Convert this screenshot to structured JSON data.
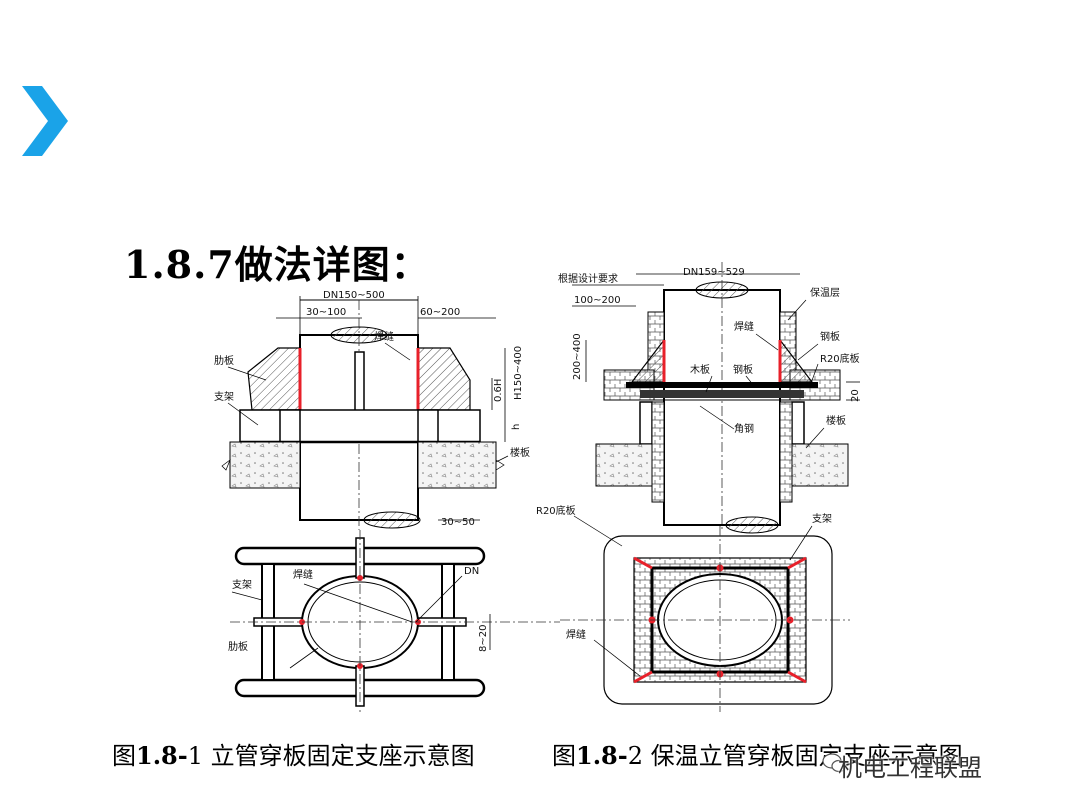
{
  "heading": "1.8.7做法详图：",
  "figure1": {
    "caption_prefix": "图",
    "caption_num": "1.8-",
    "caption_num2": "1",
    "caption_text": " 立管穿板固定支座示意图",
    "labels": {
      "dn": "DN150~500",
      "d1": "30~100",
      "d2": "60~200",
      "weld": "焊缝",
      "rib": "肋板",
      "bracket": "支架",
      "floor": "楼板",
      "h06": "0.6H",
      "h150": "H150~400",
      "h": "h",
      "d3": "30~50",
      "weld2": "焊缝",
      "dn2": "DN",
      "bracket2": "支架",
      "rib2": "肋板",
      "d4": "8~20"
    }
  },
  "figure2": {
    "caption_prefix": "图",
    "caption_num": "1.8-",
    "caption_num2": "2",
    "caption_text": " 保温立管穿板固定支座示意图",
    "labels": {
      "design": "根据设计要求",
      "dn": "DN159~529",
      "d1": "100~200",
      "insulation": "保温层",
      "weld": "焊缝",
      "steel_plate": "钢板",
      "r20_plate": "R20底板",
      "h200": "200~400",
      "wood": "木板",
      "steel_plate2": "钢板",
      "d20": "20",
      "angle": "角钢",
      "floor": "楼板",
      "r20_plate2": "R20底板",
      "bracket": "支架",
      "weld2": "焊缝"
    }
  },
  "watermark": "机电工程联盟",
  "colors": {
    "accent": "#1aa3e8",
    "weld": "#e8202a"
  }
}
